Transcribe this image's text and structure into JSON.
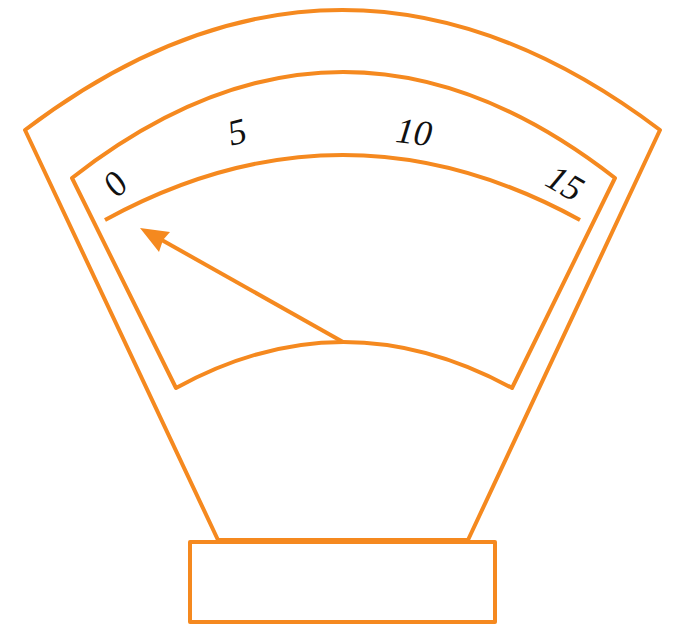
{
  "diagram": {
    "labels": [
      "0",
      "5",
      "10",
      "15"
    ]
  }
}
